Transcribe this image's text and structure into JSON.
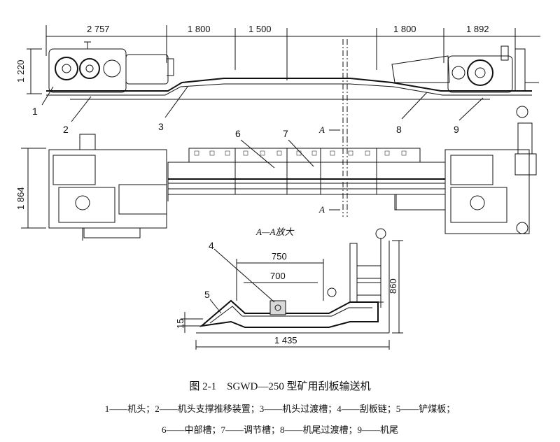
{
  "figure": {
    "title": "图 2-1　SGWD—250 型矿用刮板输送机",
    "legend_line_1": "1——机头；2——机头支撑推移装置；3——机头过渡槽；4——刮板链；5——铲煤板；",
    "legend_line_2": "6——中部槽；7——调节槽；8——机尾过渡槽；9——机尾"
  },
  "elevation_view": {
    "dimensions": {
      "head_length": "2 757",
      "head_transition": "1 800",
      "segment": "1 500",
      "tail_transition": "1 800",
      "tail_length": "1 892",
      "height": "1 220"
    },
    "callouts": [
      "1",
      "2",
      "3",
      "8",
      "9"
    ]
  },
  "plan_view": {
    "dimensions": {
      "width": "1 864"
    },
    "callouts": [
      "6",
      "7"
    ],
    "section_marker": "A"
  },
  "section_view": {
    "title": "A—A放大",
    "dimensions": {
      "inner_750": "750",
      "inner_700": "700",
      "height_860": "860",
      "base_15": "15",
      "total_1435": "1 435"
    },
    "callouts": [
      "4",
      "5"
    ]
  }
}
